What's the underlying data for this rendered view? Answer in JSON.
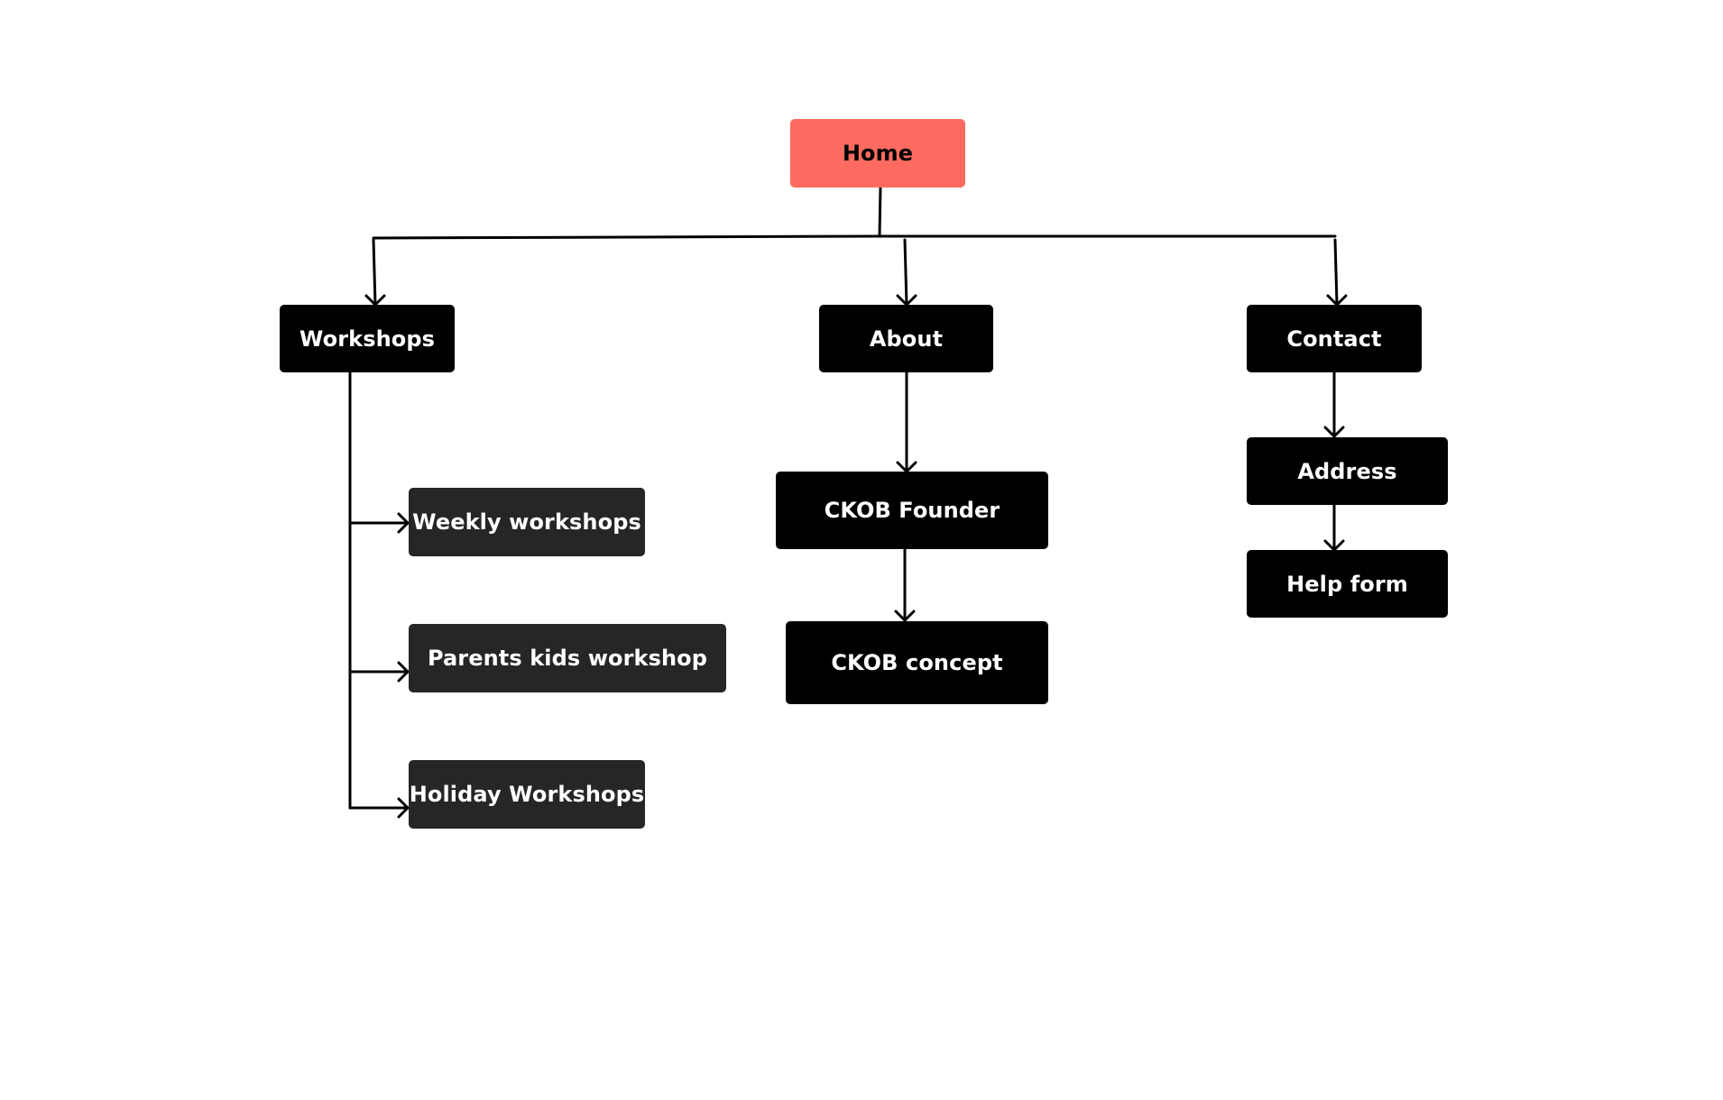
{
  "colors": {
    "home_fill": "#ff6b60",
    "node_fill": "#000000",
    "subnode_fill": "#262626",
    "line": "#000000"
  },
  "nodes": {
    "home": "Home",
    "workshops": "Workshops",
    "about": "About",
    "contact": "Contact",
    "weekly_workshops": "Weekly workshops",
    "parents_kids_workshop": "Parents kids workshop",
    "holiday_workshops": "Holiday Workshops",
    "ckob_founder": "CKOB Founder",
    "ckob_concept": "CKOB concept",
    "address": "Address",
    "help_form": "Help form"
  }
}
